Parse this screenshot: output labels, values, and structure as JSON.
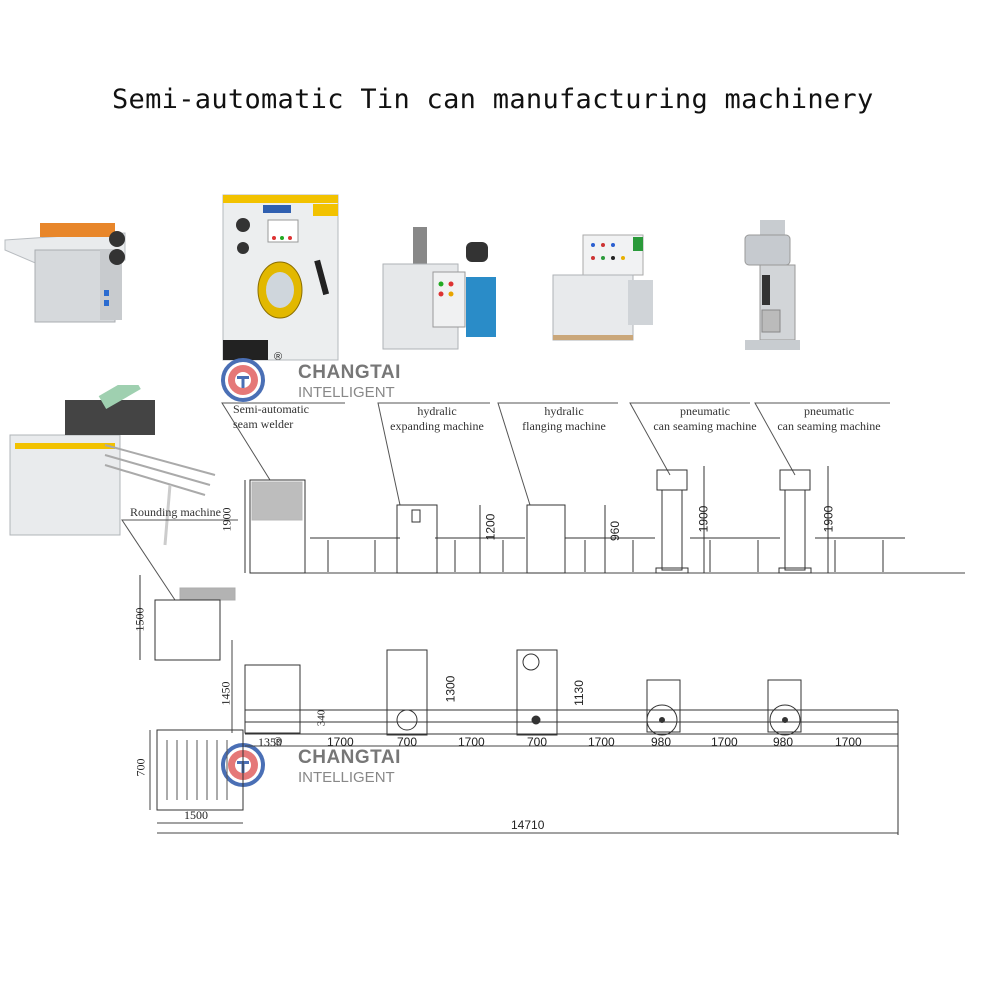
{
  "title": "Semi-automatic Tin can manufacturing machinery",
  "brand": {
    "name": "CHANGTAI",
    "subtitle": "INTELLIGENT",
    "registered_mark": "®",
    "colors": {
      "red": "#e06060",
      "blue": "#4a6fb5",
      "text": "#777777"
    }
  },
  "machines": [
    {
      "id": "slitter",
      "photo": "sheet-slitting-machine",
      "accent": "#e8862a"
    },
    {
      "id": "seam-welder",
      "label_lines": [
        "Semi-automatic",
        "seam welder"
      ],
      "photo": "seam-welder",
      "accent": "#f2c200",
      "height_mm": "1900"
    },
    {
      "id": "expander",
      "label_lines": [
        "hydralic",
        "expanding machine"
      ],
      "photo": "hydraulic-expanding-machine",
      "accent": "#2a8cc8",
      "height_mm": "1200",
      "plan_height_mm": "1300",
      "plan_width_mm": "700"
    },
    {
      "id": "flanger",
      "label_lines": [
        "hydralic",
        "flanging machine"
      ],
      "photo": "hydraulic-flanging-machine",
      "accent": "#2a8cc8",
      "height_mm": "960",
      "plan_height_mm": "1130",
      "plan_width_mm": "700"
    },
    {
      "id": "seamer-1",
      "label_lines": [
        "pneumatic",
        "can seaming machine"
      ],
      "photo": "pneumatic-can-seamer",
      "height_mm": "1900",
      "plan_width_mm": "980"
    },
    {
      "id": "seamer-2",
      "label_lines": [
        "pneumatic",
        "can seaming machine"
      ],
      "height_mm": "1900",
      "plan_width_mm": "980"
    },
    {
      "id": "rounder",
      "label_lines": [
        "Rounding machine"
      ],
      "photo": "rounding-machine",
      "accent": "#f2c200",
      "height_mm": "1500"
    }
  ],
  "dimensions": {
    "welder_plan_height": "1450",
    "welder_offset": "340",
    "welder_plan_width": "1350",
    "table_width": "1500",
    "table_depth": "700",
    "gap": "1700",
    "total_length": "14710"
  }
}
